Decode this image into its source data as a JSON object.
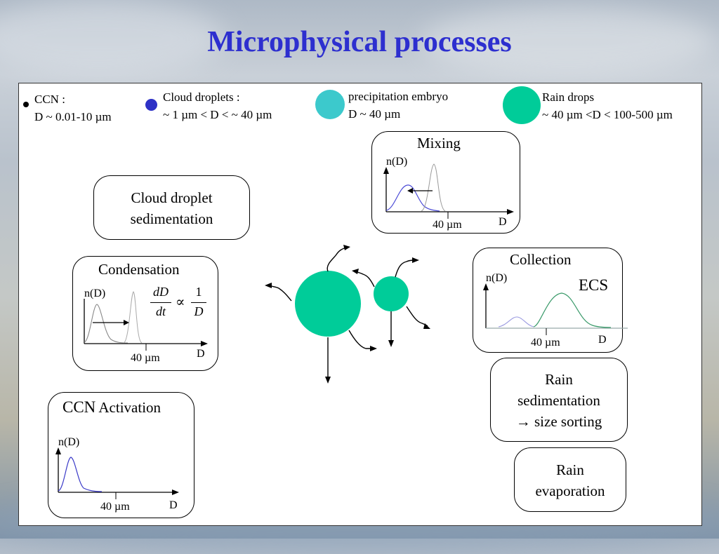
{
  "title": "Microphysical processes",
  "legend": [
    {
      "line1": "CCN :",
      "line2": "D  ~  0.01-10 µm",
      "color": "#000000"
    },
    {
      "line1": "Cloud droplets :",
      "line2": "~ 1 µm < D < ~ 40 µm",
      "color": "#2e31c6"
    },
    {
      "line1": "precipitation embryo",
      "line2": "D ~ 40 µm",
      "color": "#3cc9cc"
    },
    {
      "line1": "Rain drops",
      "line2": "~ 40 µm <D < 100-500 µm",
      "color": "#00cc99"
    }
  ],
  "boxes": {
    "cloud_sedimentation": {
      "line1": "Cloud droplet",
      "line2": "sedimentation"
    },
    "condensation": {
      "title": "Condensation",
      "ylabel": "n(D)",
      "tick": "40 µm",
      "xlabel": "D",
      "eq_num": "dD",
      "eq_den": "dt",
      "eq_prop": "∝",
      "eq_rnum": "1",
      "eq_rden": "D"
    },
    "ccn_activation": {
      "title_a": "CCN",
      "title_b": " Activation",
      "ylabel": "n(D)",
      "tick": "40 µm",
      "xlabel": "D"
    },
    "mixing": {
      "title": "Mixing",
      "ylabel": "n(D)",
      "tick": "40 µm",
      "xlabel": "D"
    },
    "collection": {
      "title": "Collection",
      "ylabel": "n(D)",
      "ecs": "ECS",
      "tick": "40 µm",
      "xlabel": "D"
    },
    "rain_sedimentation": {
      "line1": "Rain",
      "line2": "sedimentation",
      "line3": "→ size sorting"
    },
    "rain_evaporation": {
      "line1": "Rain",
      "line2": "evaporation"
    }
  },
  "colors": {
    "title": "#2d2fcf",
    "rain_drop": "#00cc99",
    "cloud_curve": "#4a4ad6",
    "collection_curve": "#3a9a6a",
    "grey_curve": "#999999"
  }
}
